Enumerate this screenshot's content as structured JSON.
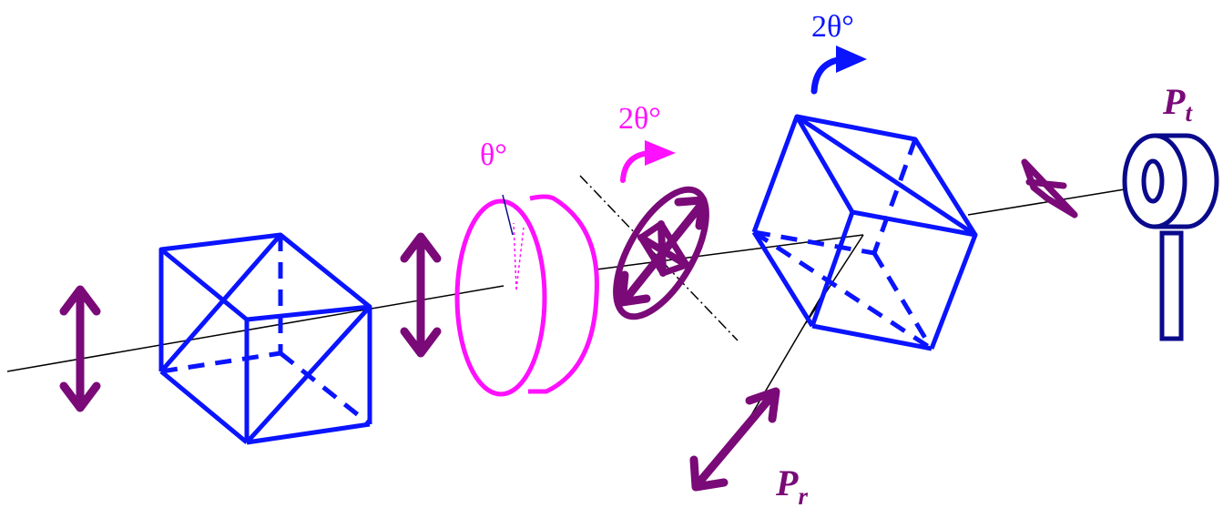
{
  "labels": {
    "theta": "θ°",
    "rotation_magenta": "2θ°",
    "rotation_blue": "2θ°",
    "pt_main": "P",
    "pt_sub": "t",
    "pr_main": "P",
    "pr_sub": "r"
  },
  "colors": {
    "optic_blue": "#0a14ff",
    "waveplate_magenta": "#ff10ff",
    "polarization_purple": "#7a0a78",
    "detector_navy": "#0a0a8c",
    "beam_black": "#000000"
  }
}
